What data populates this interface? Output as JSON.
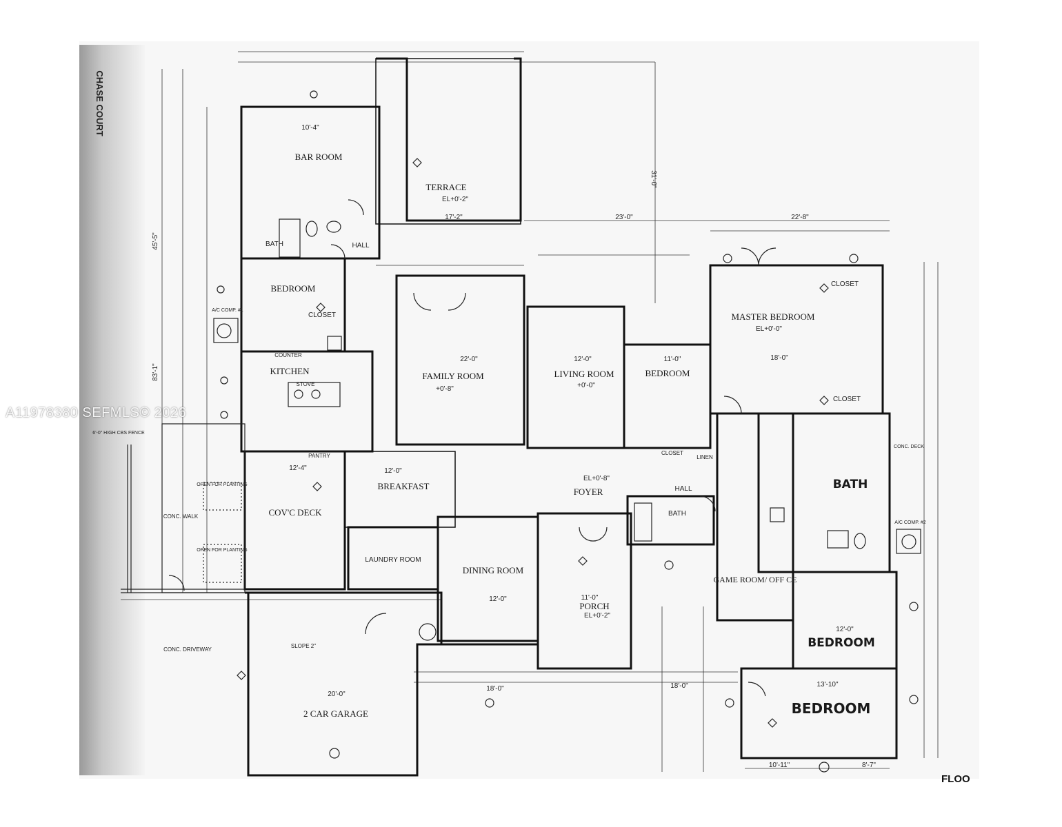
{
  "watermark": "A11978380 SEFMLS© 2026",
  "corner_text": "FLOO",
  "side_text": "CHASE COURT",
  "rooms": {
    "bar_room": "BAR ROOM",
    "terrace": "TERRACE",
    "terrace_el": "EL+0'-2\"",
    "bath_1": "BATH",
    "hall_1": "HALL",
    "bedroom_1": "BEDROOM",
    "closet_1": "CLOSET",
    "kitchen": "KITCHEN",
    "counter": "COUNTER",
    "stove": "STOVE",
    "family_room": "FAMILY ROOM",
    "family_el": "+0'-8\"",
    "living_room": "LIVING ROOM",
    "living_el": "+0'-0\"",
    "bedroom_2": "BEDROOM",
    "master_bedroom": "MASTER BEDROOM",
    "master_el": "EL+0'-0\"",
    "closet_m1": "CLOSET",
    "closet_m2": "CLOSET",
    "bath_master": "BATH",
    "pantry": "PANTRY",
    "breakfast": "BREAKFAST",
    "cov_deck": "COV'C DECK",
    "laundry": "LAUNDRY ROOM",
    "dining_room": "DINING ROOM",
    "foyer": "FOYER",
    "foyer_el": "EL+0'-8\"",
    "hall_2": "HALL",
    "closet_2": "CLOSET",
    "linen": "LINEN",
    "bath_2": "BATH",
    "game_room": "GAME ROOM/ OFF CE",
    "porch": "PORCH",
    "porch_el": "EL+0'-2\"",
    "bedroom_3": "BEDROOM",
    "bedroom_4": "BEDROOM",
    "garage": "2 CAR GARAGE",
    "conc_walk": "CONC. WALK",
    "conc_driveway": "CONC. DRIVEWAY",
    "open_planting_1": "OPEN FOR PLANTING",
    "open_planting_2": "OPEN FOR PLANTING",
    "fence": "6'-0\" HIGH CBS FENCE",
    "ac_comp_1": "A/C COMP. #1",
    "ac_comp_2": "A/C COMP. #2",
    "conc_deck": "CONC. DECK",
    "slope": "SLOPE 2\""
  },
  "dims": {
    "d_bar_w": "10'-4\"",
    "d_terrace_w": "17'-2\"",
    "d_family_w": "22'-0\"",
    "d_living_w": "12'-0\"",
    "d_bedroom2_w": "11'-0\"",
    "d_master_w": "18'-0\"",
    "d_overall_top": "23'-0\"",
    "d_master_top": "22'-8\"",
    "d_breakfast_w": "12'-0\"",
    "d_deck_w": "12'-4\"",
    "d_dining_w": "12'-0\"",
    "d_porch_w": "11'-0\"",
    "d_garage_w": "20'-0\"",
    "d_bedroom4_w": "13'-10\"",
    "d_bedroom3_w": "12'-0\"",
    "d_vertical_main": "31'-0\"",
    "d_left_overall": "83'-1\"",
    "d_left_upper": "45'-5\"",
    "d_bottom_1": "18'-0\"",
    "d_bottom_2": "18'-0\"",
    "d_bottom_3": "10'-11\"",
    "d_bottom_4": "8'-7\""
  }
}
